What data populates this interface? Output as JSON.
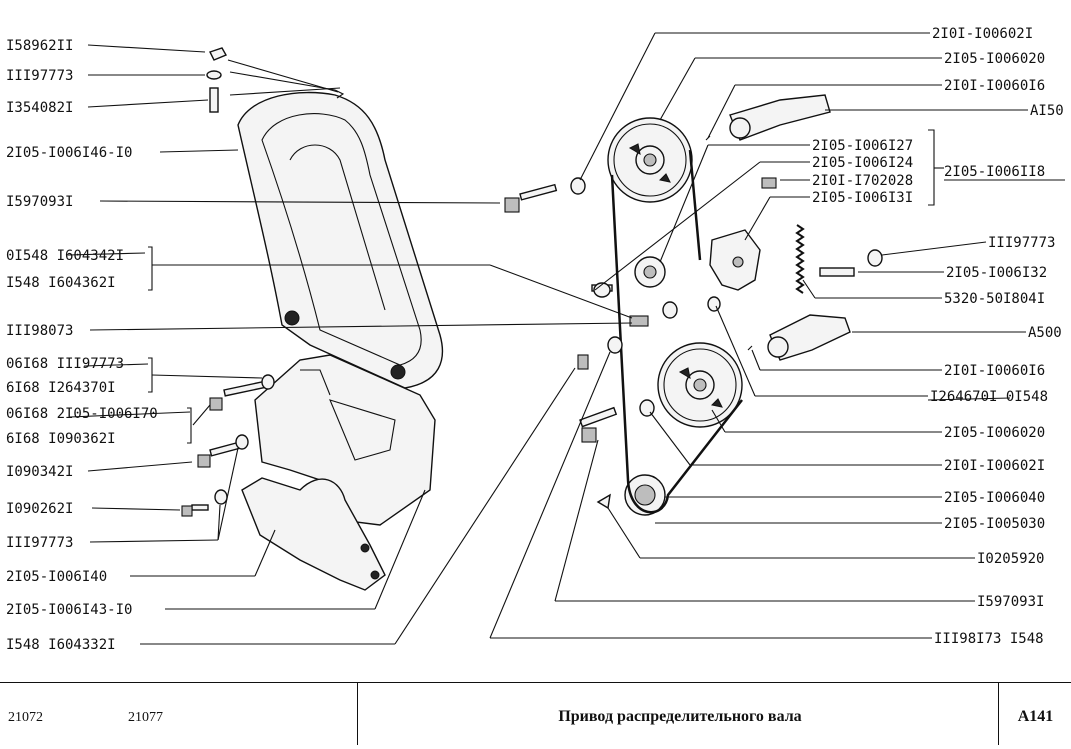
{
  "labels_left": [
    {
      "id": "l1",
      "text": "I58962II"
    },
    {
      "id": "l2",
      "text": "III97773"
    },
    {
      "id": "l3",
      "text": "I354082I"
    },
    {
      "id": "l4",
      "text": "2I05-I006I46-I0"
    },
    {
      "id": "l5",
      "text": "I597093I"
    },
    {
      "id": "l6a",
      "text": "0I548 I604342I"
    },
    {
      "id": "l6b",
      "text": "I548  I604362I"
    },
    {
      "id": "l7",
      "text": "III98073"
    },
    {
      "id": "l8a",
      "text": "06I68 III97773"
    },
    {
      "id": "l8b",
      "text": "6I68  I264370I"
    },
    {
      "id": "l9a",
      "text": "06I68 2I05-I006I70"
    },
    {
      "id": "l9b",
      "text": "6I68  I090362I"
    },
    {
      "id": "l10",
      "text": "I090342I"
    },
    {
      "id": "l11",
      "text": "I090262I"
    },
    {
      "id": "l12",
      "text": "III97773"
    },
    {
      "id": "l13",
      "text": "2I05-I006I40"
    },
    {
      "id": "l14",
      "text": "2I05-I006I43-I0"
    },
    {
      "id": "l15",
      "text": "I548 I604332I"
    }
  ],
  "labels_right": [
    {
      "id": "r1",
      "text": "2I0I-I00602I"
    },
    {
      "id": "r2",
      "text": "2I05-I006020"
    },
    {
      "id": "r3",
      "text": "2I0I-I0060I6"
    },
    {
      "id": "r4",
      "text": "AI50"
    },
    {
      "id": "r5a",
      "text": "2I05-I006I27"
    },
    {
      "id": "r5b",
      "text": "2I05-I006I24"
    },
    {
      "id": "r5c",
      "text": "2I0I-I702028"
    },
    {
      "id": "r5d",
      "text": "2I05-I006I3I"
    },
    {
      "id": "r5g",
      "text": "2I05-I006II8"
    },
    {
      "id": "r6",
      "text": "III97773"
    },
    {
      "id": "r7",
      "text": "2I05-I006I32"
    },
    {
      "id": "r8",
      "text": "5320-50I804I"
    },
    {
      "id": "r9",
      "text": "A500"
    },
    {
      "id": "r10",
      "text": "2I0I-I0060I6"
    },
    {
      "id": "r11",
      "text": "I264670I 0I548"
    },
    {
      "id": "r12",
      "text": "2I05-I006020"
    },
    {
      "id": "r13",
      "text": "2I0I-I00602I"
    },
    {
      "id": "r14",
      "text": "2I05-I006040"
    },
    {
      "id": "r15",
      "text": "2I05-I005030"
    },
    {
      "id": "r16",
      "text": "I0205920"
    },
    {
      "id": "r17",
      "text": "I597093I"
    },
    {
      "id": "r18",
      "text": "III98I73 I548"
    }
  ],
  "footer": {
    "model1": "21072",
    "model2": "21077",
    "title": "Привод распределительного вала",
    "code": "A141"
  }
}
